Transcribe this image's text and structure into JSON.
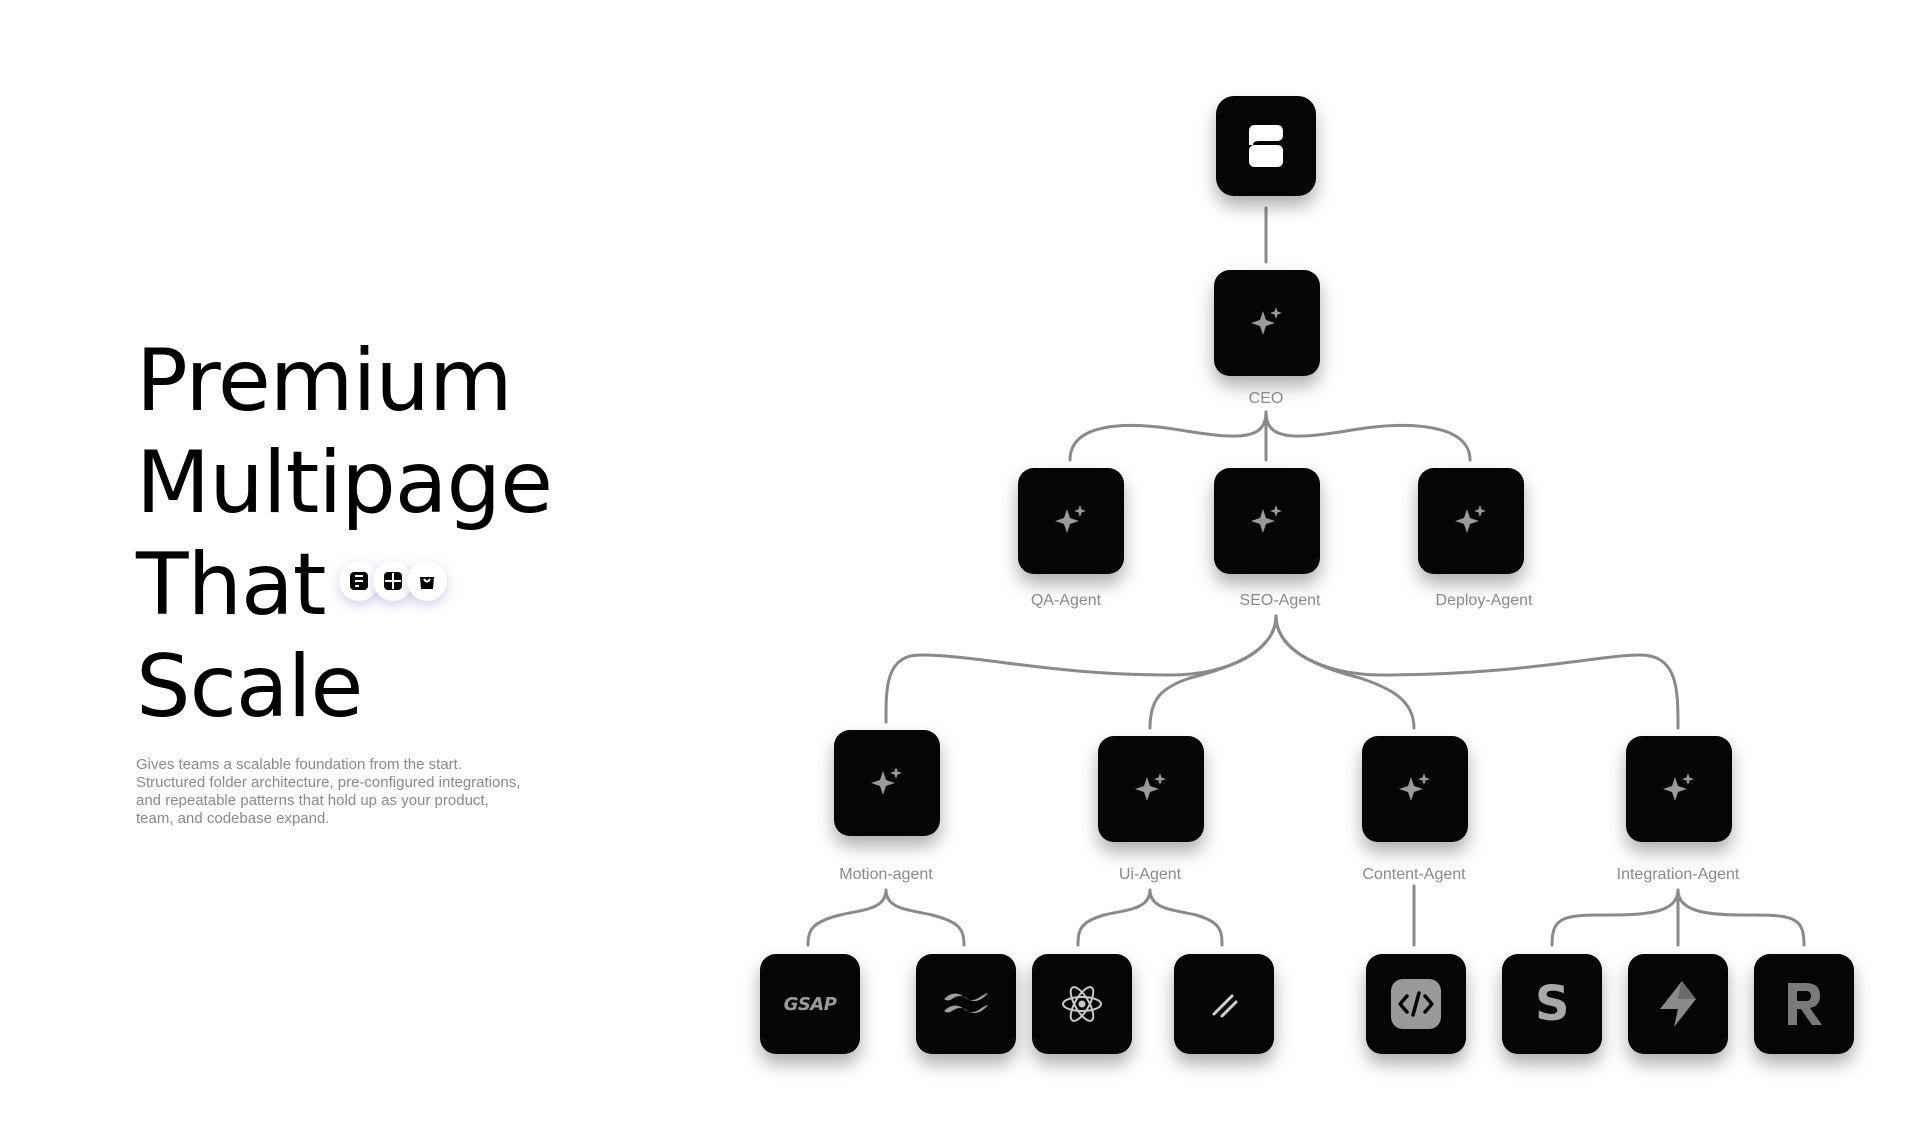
{
  "hero": {
    "title_lines": [
      "Premium",
      "Multipage",
      "That",
      "Scale"
    ],
    "pills": [
      "layout-icon",
      "grid-icon",
      "bag-icon"
    ],
    "description": "Gives teams a scalable foundation from the start. Structured folder architecture, pre-configured integrations, and repeatable patterns that hold up as your product, team, and codebase expand."
  },
  "diagram": {
    "root": {
      "icon": "brand-logo-icon"
    },
    "ceo": {
      "label": "CEO",
      "icon": "sparkle-icon"
    },
    "level2": [
      {
        "label": "QA-Agent",
        "icon": "sparkle-icon"
      },
      {
        "label": "SEO-Agent",
        "icon": "sparkle-icon"
      },
      {
        "label": "Deploy-Agent",
        "icon": "sparkle-icon"
      }
    ],
    "level3": [
      {
        "label": "Motion-agent",
        "icon": "sparkle-icon"
      },
      {
        "label": "Ui-Agent",
        "icon": "sparkle-icon"
      },
      {
        "label": "Content-Agent",
        "icon": "sparkle-icon"
      },
      {
        "label": "Integration-Agent",
        "icon": "sparkle-icon"
      }
    ],
    "tools": [
      {
        "icon": "gsap-icon",
        "text": "GSAP"
      },
      {
        "icon": "tailwind-icon"
      },
      {
        "icon": "react-icon"
      },
      {
        "icon": "shadcn-icon"
      },
      {
        "icon": "code-icon"
      },
      {
        "icon": "stripe-icon",
        "text": "S"
      },
      {
        "icon": "supabase-icon"
      },
      {
        "icon": "resend-icon"
      }
    ]
  },
  "colors": {
    "node_bg": "#050505",
    "connector": "#8a8a8a",
    "label": "#8a8a8a",
    "icon_gray": "#9a9a9a",
    "title": "#000000"
  }
}
